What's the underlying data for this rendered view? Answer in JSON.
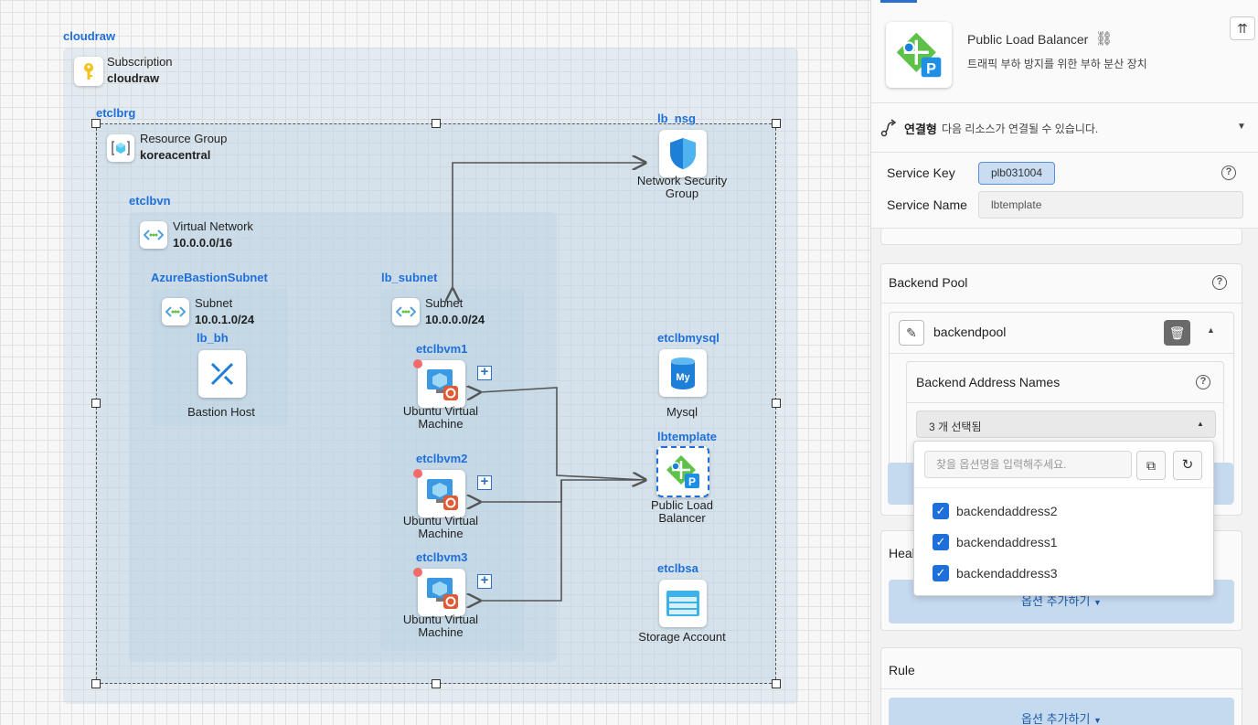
{
  "canvas": {
    "root_label": "cloudraw",
    "subscription": {
      "title": "Subscription",
      "name": "cloudraw"
    },
    "resource_group_label": "etclbrg",
    "resource_group": {
      "title": "Resource Group",
      "name": "koreacentral"
    },
    "vnet_label": "etclbvn",
    "vnet": {
      "title": "Virtual Network",
      "cidr": "10.0.0.0/16"
    },
    "bastion_subnet_label": "AzureBastionSubnet",
    "bastion_subnet": {
      "title": "Subnet",
      "cidr": "10.0.1.0/24"
    },
    "bastion_label": "lb_bh",
    "bastion_name": "Bastion Host",
    "lb_subnet_label": "lb_subnet",
    "lb_subnet": {
      "title": "Subnet",
      "cidr": "10.0.0.0/24"
    },
    "vms": [
      {
        "label": "etclbvm1",
        "name": "Ubuntu Virtual Machine"
      },
      {
        "label": "etclbvm2",
        "name": "Ubuntu Virtual Machine"
      },
      {
        "label": "etclbvm3",
        "name": "Ubuntu Virtual Machine"
      }
    ],
    "nsg": {
      "label": "lb_nsg",
      "name": "Network Security Group"
    },
    "mysql": {
      "label": "etclbmysql",
      "name": "Mysql"
    },
    "lb": {
      "label": "lbtemplate",
      "name": "Public Load Balancer"
    },
    "storage": {
      "label": "etclbsa",
      "name": "Storage Account"
    }
  },
  "panel": {
    "collapse_icon": "collapse-top-icon",
    "resource": {
      "title": "Public Load Balancer",
      "description": "트래픽 부하 방지를 위한 부하 분산 장치",
      "link_icon": "link-icon"
    },
    "connect": {
      "label": "연결형",
      "description": "다음 리소스가 연결될 수 있습니다."
    },
    "service_key_label": "Service Key",
    "service_key_value": "plb031004",
    "service_name_label": "Service Name",
    "service_name_value": "lbtemplate",
    "backend_pool": {
      "title": "Backend Pool",
      "pool_name": "backendpool",
      "address_names_title": "Backend Address Names",
      "select_value": "3 개 선택됨",
      "search_placeholder": "찾을 옵션명을 입력해주세요.",
      "options": [
        "backendaddress2",
        "backendaddress1",
        "backendaddress3"
      ]
    },
    "health_title": "Heal",
    "health_button": "옵션 추가하기",
    "rule_title": "Rule",
    "rule_button": "옵션 추가하기"
  },
  "colors": {
    "accent": "#1e6fd9",
    "button_bg": "#c5d9ef",
    "node_label": "#1e6fd9"
  }
}
